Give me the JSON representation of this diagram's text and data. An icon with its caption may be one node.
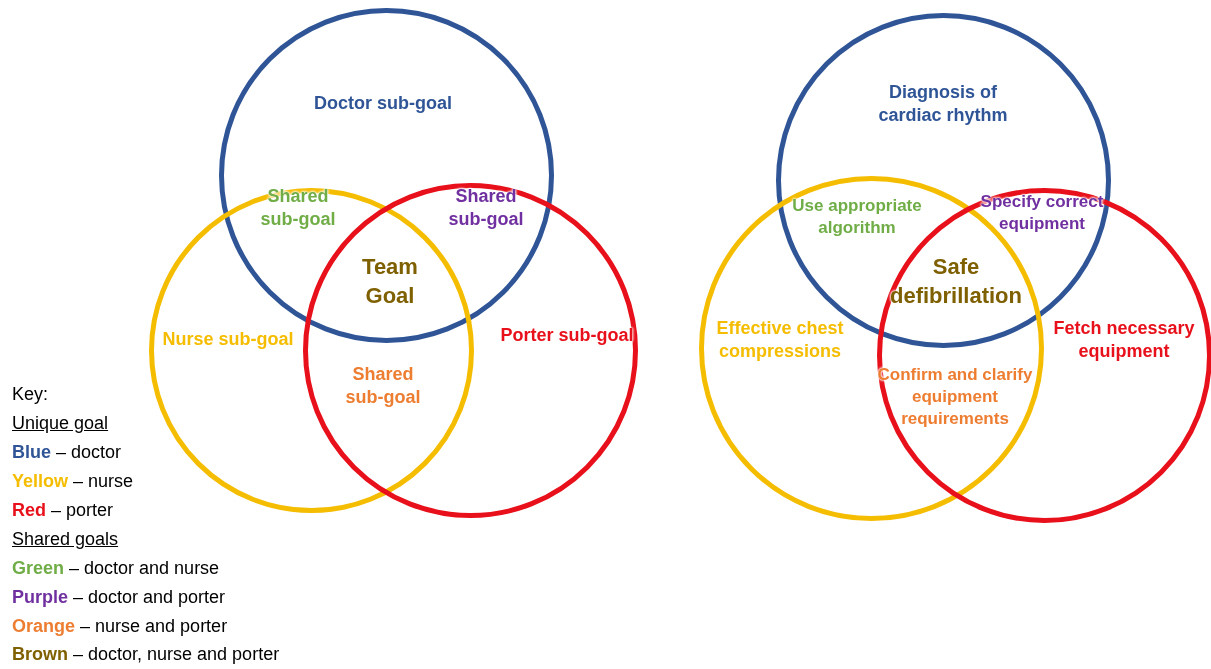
{
  "diagram": {
    "nodes": [
      {
        "text": [
          "Doctor sub-goal"
        ]
      },
      {
        "text": [
          "Nurse sub-goal"
        ]
      },
      {
        "text": [
          "Porter sub-goal"
        ]
      },
      {
        "text": [
          "Diagnosis of cardiac rhythm"
        ]
      },
      {
        "text": [
          "Effective chest compressions"
        ]
      },
      {
        "text": [
          "Fetch necessary equipment"
        ]
      }
    ],
    "edges": [],
    "labels": [
      "Shared sub-goal",
      "Shared sub-goal",
      "Team Goal",
      "Shared sub-goal",
      "Use appropriate algorithm",
      "Specify correct equipment",
      "Safe defibrillation",
      "Confirm and clarify equipment requirements",
      "Key:",
      "Unique goal",
      "Shared goals"
    ],
    "legend": [
      {
        "text": "**Blue** – doctor",
        "color": "#2f5597"
      },
      {
        "text": "**Yellow** – nurse",
        "color": "#f5bd00"
      },
      {
        "text": "**Red** – porter",
        "color": "#e8101a"
      },
      {
        "text": "**Green** – doctor and nurse",
        "color": "#70ad47"
      },
      {
        "text": "**Purple** – doctor and porter",
        "color": "#7030a0"
      },
      {
        "text": "**Orange** – nurse and porter",
        "color": "#ed7d31"
      },
      {
        "text": "**Brown** – doctor, nurse and porter",
        "color": "#7f6000"
      }
    ]
  }
}
